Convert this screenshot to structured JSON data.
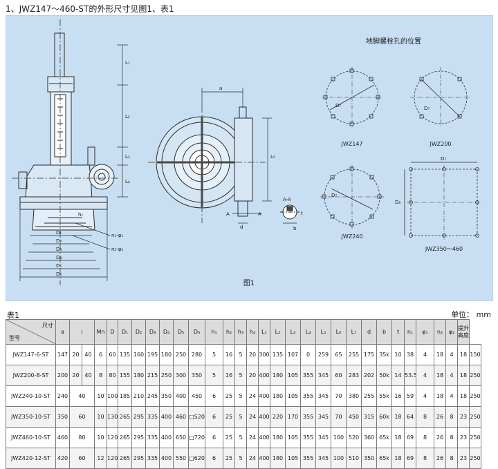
{
  "heading": "1、JWZ147～460-ST的外形尺寸见图1、表1",
  "figure": {
    "label_position": "地脚螺栓孔的位置",
    "caption": "图1",
    "bolt_labels": [
      "JWZ147",
      "JWZ200",
      "JWZ240",
      "JWZ350～460"
    ],
    "dims_left": [
      "L₁",
      "L₂",
      "L₃",
      "L₄",
      "h₁",
      "n₁-φ₁",
      "n₂-φ₂",
      "D₁",
      "D₂",
      "D₃",
      "D₄",
      "D₅",
      "D₆"
    ],
    "dims_mid": [
      "a",
      "L₅",
      "A",
      "A",
      "d",
      "A-A",
      "t",
      "b"
    ],
    "dims_right": [
      "D₇",
      "D₇",
      "D₇",
      "D₇",
      "D₈"
    ]
  },
  "table": {
    "caption": "表1",
    "unit_label": "单位：",
    "unit": "mm",
    "corner_top": "尺寸",
    "corner_bottom": "型号",
    "columns": [
      "a",
      "i",
      "Mn",
      "D",
      "D₁",
      "D₂",
      "D₃",
      "D₄",
      "D₅",
      "D₆",
      "h₁",
      "h₂",
      "h₃",
      "h₄",
      "L₁",
      "L₂",
      "L₃",
      "L₄",
      "L₅",
      "L₆",
      "L₇",
      "d",
      "b",
      "t",
      "n₁",
      "φ₁",
      "n₂",
      "φ₂",
      "提升高度"
    ],
    "rows": [
      {
        "model": "JWZ147-6-ST",
        "a": "147",
        "i": [
          "20",
          "40"
        ],
        "cells": [
          "6",
          "60",
          "135",
          "160",
          "195",
          "180",
          "250",
          "280",
          "5",
          "16",
          "5",
          "20",
          "300",
          "135",
          "107",
          "0",
          "259",
          "65",
          "255",
          "175",
          "35k",
          "10",
          "38",
          "4",
          "18",
          "4",
          "18",
          "150"
        ]
      },
      {
        "model": "JWZ200-8-ST",
        "a": "200",
        "i": [
          "20",
          "40"
        ],
        "cells": [
          "8",
          "80",
          "155",
          "180",
          "215",
          "250",
          "300",
          "350",
          "5",
          "16",
          "5",
          "20",
          "400",
          "180",
          "105",
          "355",
          "345",
          "60",
          "283",
          "202",
          "50k",
          "14",
          "53.5",
          "4",
          "18",
          "4",
          "18",
          "250"
        ]
      },
      {
        "model": "JWZ240-10-ST",
        "a": "240",
        "i": [
          "40"
        ],
        "cells": [
          "10",
          "100",
          "185",
          "210",
          "245",
          "350",
          "400",
          "450",
          "6",
          "25",
          "5",
          "24",
          "400",
          "180",
          "105",
          "355",
          "345",
          "70",
          "380",
          "255",
          "55k",
          "16",
          "59",
          "4",
          "18",
          "4",
          "18",
          "250"
        ]
      },
      {
        "model": "JWZ350-10-ST",
        "a": "350",
        "i": [
          "60"
        ],
        "cells": [
          "10",
          "130",
          "265",
          "295",
          "335",
          "400",
          "460",
          "□520",
          "6",
          "25",
          "5",
          "24",
          "400",
          "220",
          "170",
          "355",
          "345",
          "70",
          "450",
          "315",
          "60k",
          "18",
          "64",
          "8",
          "26",
          "8",
          "23",
          "250"
        ]
      },
      {
        "model": "JWZ460-10-ST",
        "a": "460",
        "i": [
          "80"
        ],
        "cells": [
          "10",
          "120",
          "265",
          "295",
          "335",
          "400",
          "650",
          "□720",
          "6",
          "25",
          "5",
          "24",
          "400",
          "180",
          "105",
          "355",
          "345",
          "100",
          "520",
          "360",
          "65k",
          "18",
          "69",
          "8",
          "26",
          "8",
          "23",
          "250"
        ]
      },
      {
        "model": "JWZ420-12-ST",
        "a": "420",
        "i": [
          "60"
        ],
        "cells": [
          "12",
          "120",
          "265",
          "295",
          "335",
          "400",
          "550",
          "□620",
          "6",
          "25",
          "5",
          "24",
          "400",
          "180",
          "105",
          "355",
          "345",
          "100",
          "510",
          "350",
          "65k",
          "18",
          "69",
          "8",
          "26",
          "8",
          "23",
          "250"
        ]
      }
    ]
  }
}
